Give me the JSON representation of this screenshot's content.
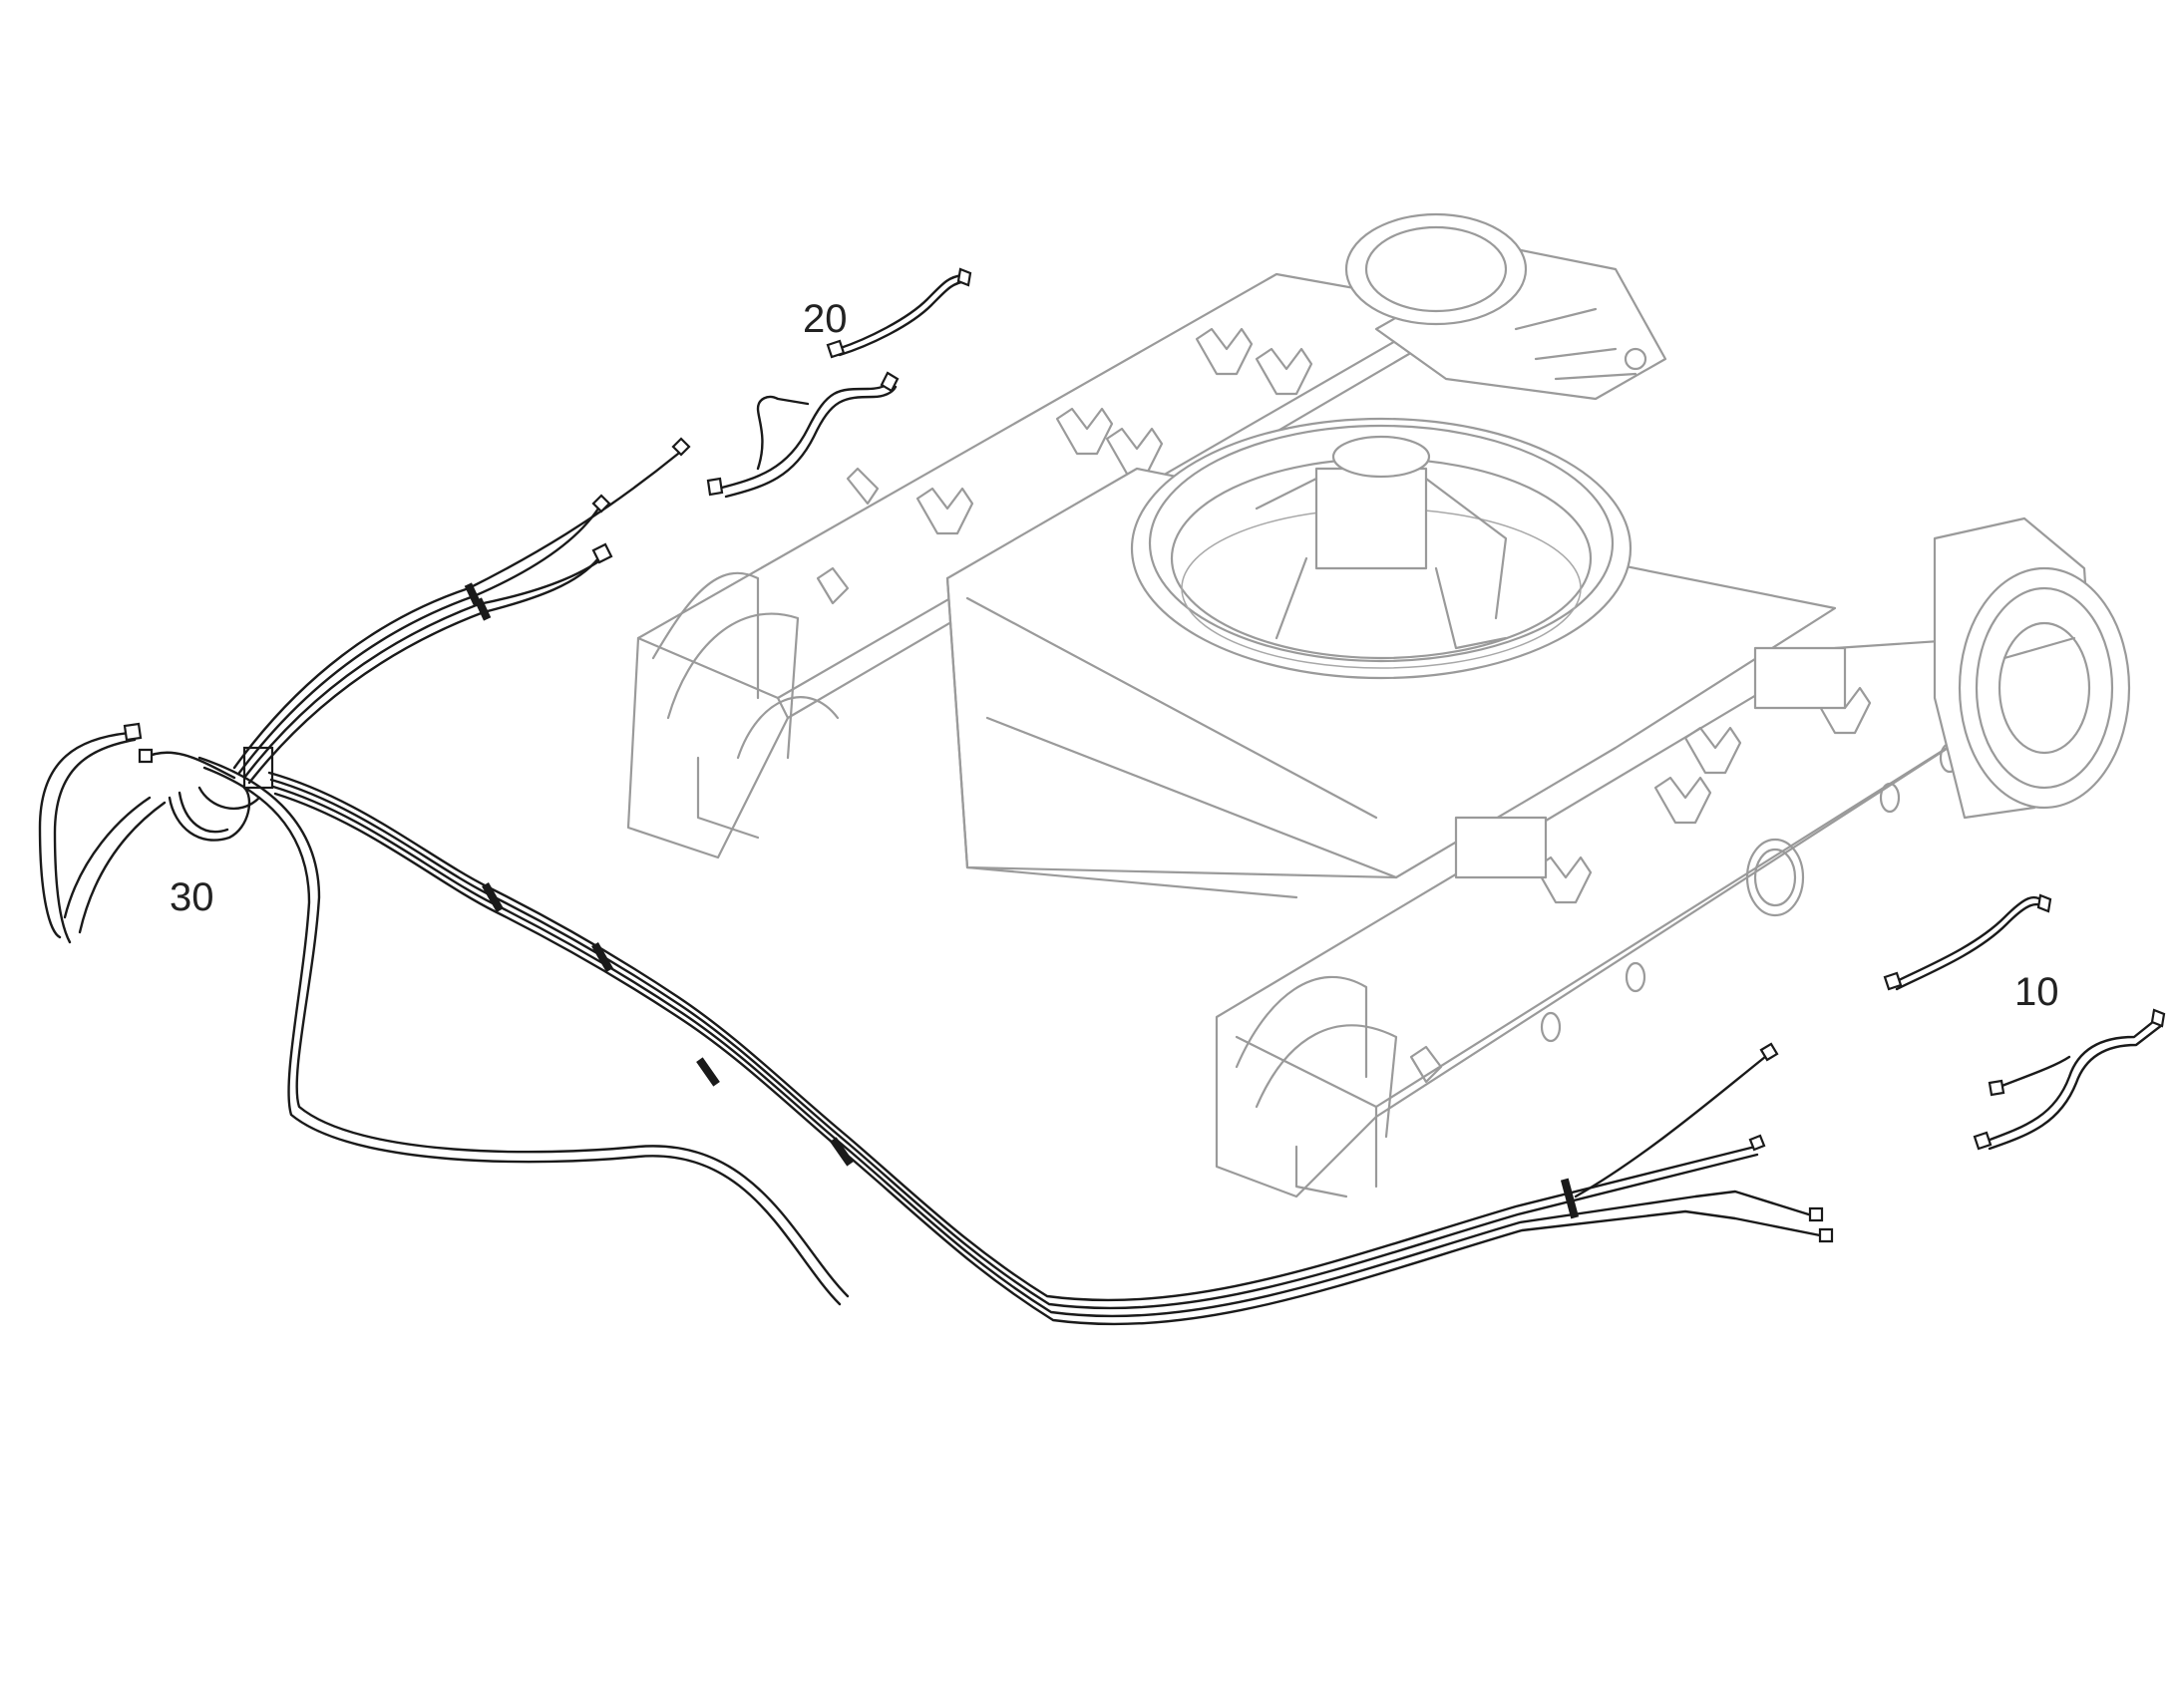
{
  "diagram": {
    "callouts": [
      {
        "id": "10",
        "label": "10"
      },
      {
        "id": "20",
        "label": "20"
      },
      {
        "id": "30",
        "label": "30"
      }
    ],
    "colors": {
      "frame_outline": "#9a9a9a",
      "hose": "#1a1a1a",
      "callout_text": "#222222",
      "background": "#ffffff"
    }
  }
}
